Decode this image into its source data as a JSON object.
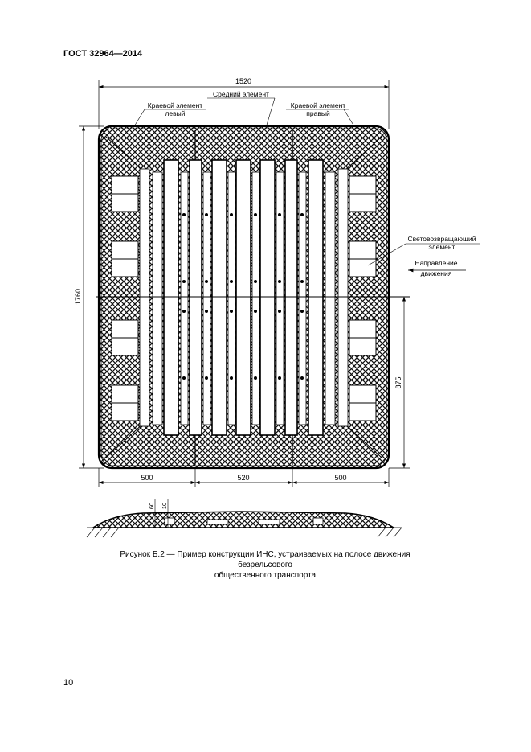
{
  "header": {
    "standard": "ГОСТ 32964—2014"
  },
  "dimensions": {
    "total_width": "1520",
    "total_height": "1760",
    "left_width": "500",
    "middle_width": "520",
    "right_width": "500",
    "half_height": "875",
    "section_height_1": "60",
    "section_height_2": "10"
  },
  "labels": {
    "edge_left_1": "Краевой элемент",
    "edge_left_2": "левый",
    "middle": "Средний элемент",
    "edge_right_1": "Краевой элемент",
    "edge_right_2": "правый",
    "reflector_1": "Световозвращающий",
    "reflector_2": "элемент",
    "direction_1": "Направление",
    "direction_2": "движения"
  },
  "caption": {
    "line1": "Рисунок Б.2 — Пример конструкции ИНС, устраиваемых на полосе движения безрельсового",
    "line2": "общественного транспорта"
  },
  "page": {
    "number": "10"
  }
}
